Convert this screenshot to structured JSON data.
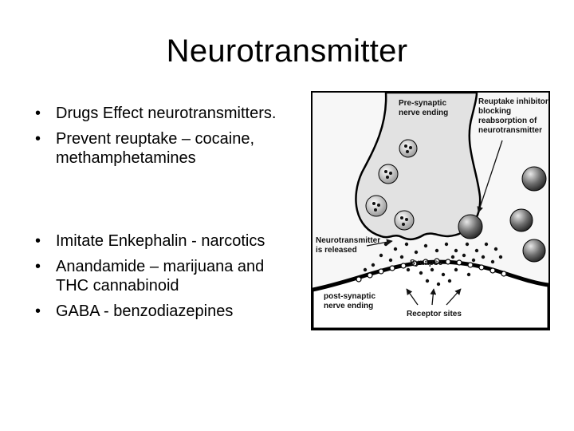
{
  "slide": {
    "title": "Neurotransmitter",
    "bullets": [
      "Drugs Effect neurotransmitters.",
      "Prevent reuptake – cocaine, methamphetamines",
      "Imitate Enkephalin - narcotics",
      "Anandamide – marijuana and THC cannabinoid",
      "GABA - benzodiazepines"
    ]
  },
  "diagram": {
    "labels": {
      "pre_1": "Pre-synaptic",
      "pre_2": "nerve ending",
      "reuptake_1": "Reuptake inhibitor",
      "reuptake_2": "blocking",
      "reuptake_3": "reabsorption of",
      "reuptake_4": "neurotransmitter",
      "released_1": "Neurotransmitter",
      "released_2": "is released",
      "synapse": "Synapse",
      "post_1": "post-synaptic",
      "post_2": "nerve ending",
      "receptor": "Receptor sites"
    }
  }
}
